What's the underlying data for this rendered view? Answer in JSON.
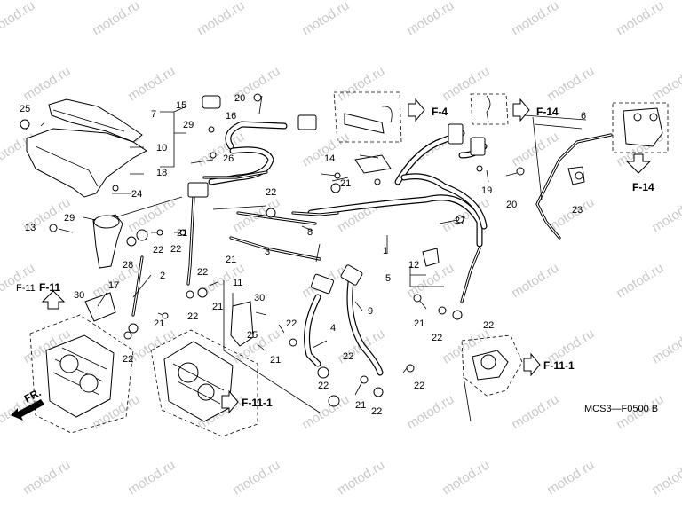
{
  "watermark": "motod.ru",
  "diagram_code": "MCS3—F0500 B",
  "front_marker": "FR.",
  "refs": [
    "F-4",
    "F-14",
    "F-14",
    "F-11",
    "F-11-1",
    "F-11-1"
  ],
  "callouts": [
    "25",
    "15",
    "20",
    "7",
    "29",
    "16",
    "10",
    "18",
    "24",
    "26",
    "14",
    "22",
    "21",
    "29",
    "13",
    "28",
    "22",
    "22",
    "21",
    "22",
    "2",
    "30",
    "17",
    "F-11",
    "11",
    "21",
    "30",
    "21",
    "22",
    "21",
    "25",
    "21",
    "3",
    "4",
    "22",
    "22",
    "19",
    "20",
    "27",
    "12",
    "5",
    "9",
    "21",
    "22",
    "22",
    "1",
    "8",
    "6",
    "23",
    "22",
    "22",
    "21",
    "22",
    "22"
  ]
}
